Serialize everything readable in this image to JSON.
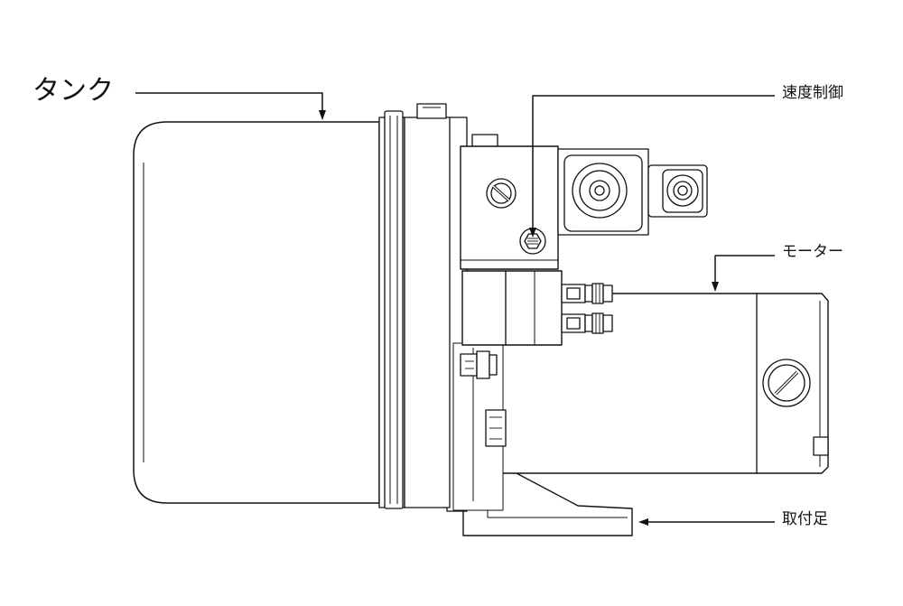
{
  "labels": {
    "tank": "タンク",
    "speed_control": "速度制御",
    "motor": "モーター",
    "mounting_foot": "取付足"
  },
  "colors": {
    "line": "#111111",
    "fill": "#ffffff",
    "background": "#ffffff"
  }
}
